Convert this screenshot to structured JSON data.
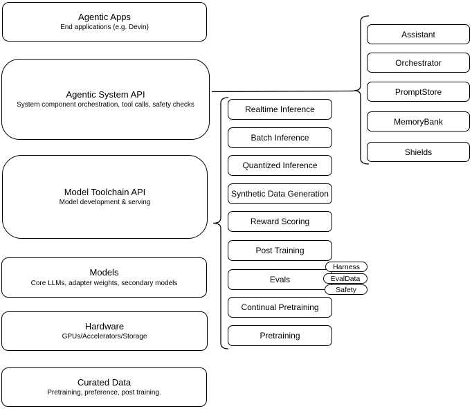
{
  "diagram": {
    "stack": [
      {
        "title": "Agentic Apps",
        "subtitle": "End applications (e.g. Devin)"
      },
      {
        "title": "Agentic System API",
        "subtitle": "System component orchestration, tool calls, safety checks"
      },
      {
        "title": "Model Toolchain API",
        "subtitle": "Model development & serving"
      },
      {
        "title": "Models",
        "subtitle": "Core LLMs, adapter weights, secondary models"
      },
      {
        "title": "Hardware",
        "subtitle": "GPUs/Accelerators/Storage"
      },
      {
        "title": "Curated Data",
        "subtitle": "Pretraining, preference, post training."
      }
    ],
    "toolchain_items": [
      "Realtime Inference",
      "Batch Inference",
      "Quantized Inference",
      "Synthetic Data Generation",
      "Reward Scoring",
      "Post Training",
      "Evals",
      "Continual Pretraining",
      "Pretraining"
    ],
    "eval_tags": [
      "Harness",
      "EvalData",
      "Safety"
    ],
    "system_components": [
      "Assistant",
      "Orchestrator",
      "PromptStore",
      "MemoryBank",
      "Shields"
    ],
    "colors": {
      "stroke": "#000000",
      "canvas": "#ffffff",
      "node_fill": "#ffffff"
    }
  }
}
